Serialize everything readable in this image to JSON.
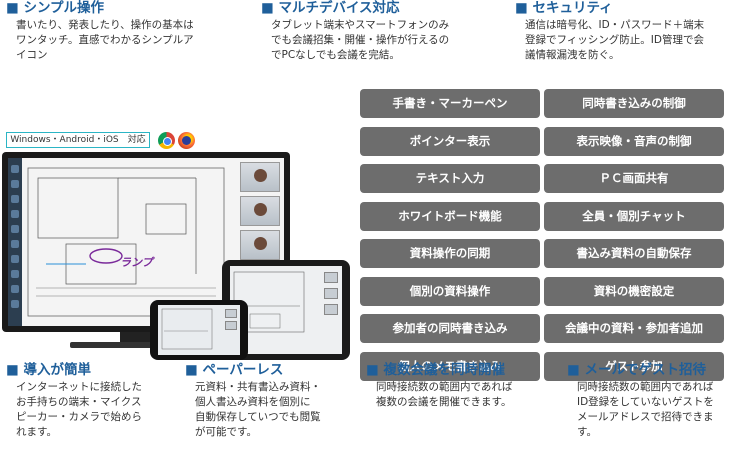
{
  "features_top": [
    {
      "title": "■ シンプル操作",
      "desc": "書いたり、発表したり、操作の基本は\nワンタッチ。直感でわかるシンプルア\nイコン"
    },
    {
      "title": "■ マルチデバイス対応",
      "desc": "タブレット端末やスマートフォンのみ\nでも会議招集・開催・操作が行えるの\nでPCなしでも会議を完結。"
    },
    {
      "title": "■ セキュリティ",
      "desc": "通信は暗号化、ID・パスワード＋端末\n登録でフィッシング防止。ID管理で会\n議情報漏洩を防ぐ。"
    }
  ],
  "features_bottom": [
    {
      "title": "■ 導入が簡単",
      "desc": "インターネットに接続した\nお手持ちの端末・マイクス\nピーカー・カメラで始めら\nれます。"
    },
    {
      "title": "■ ペーパーレス",
      "desc": "元資料・共有書込み資料・\n個人書込み資料を個別に\n自動保存していつでも閲覧\nが可能です。"
    },
    {
      "title": "■ 複数会議を同時開催",
      "desc": "同時接続数の範囲内であれば\n複数の会議を開催できます。"
    },
    {
      "title": "■ メールでゲスト招待",
      "desc": "同時接続数の範囲内であれば\nID登録をしていないゲストを\nメールアドレスで招待できま\nす。"
    }
  ],
  "illustration": {
    "os_label": "Windows・Android・iOS　対応",
    "annotation": "ランプ"
  },
  "function_buttons": [
    [
      "手書き・マーカーペン",
      "同時書き込みの制御"
    ],
    [
      "ポインター表示",
      "表示映像・音声の制御"
    ],
    [
      "テキスト入力",
      "ＰＣ画面共有"
    ],
    [
      "ホワイトボード機能",
      "全員・個別チャット"
    ],
    [
      "資料操作の同期",
      "書込み資料の自動保存"
    ],
    [
      "個別の資料操作",
      "資料の機密設定"
    ],
    [
      "参加者の同時書き込み",
      "会議中の資料・参加者追加"
    ],
    [
      "個人のメモ書き込み",
      "ゲスト参加"
    ]
  ],
  "colors": {
    "heading": "#1f5f9a",
    "button_bg": "#6d6d6d",
    "button_text": "#ffffff"
  },
  "icons": [
    "chrome-icon",
    "firefox-icon"
  ]
}
